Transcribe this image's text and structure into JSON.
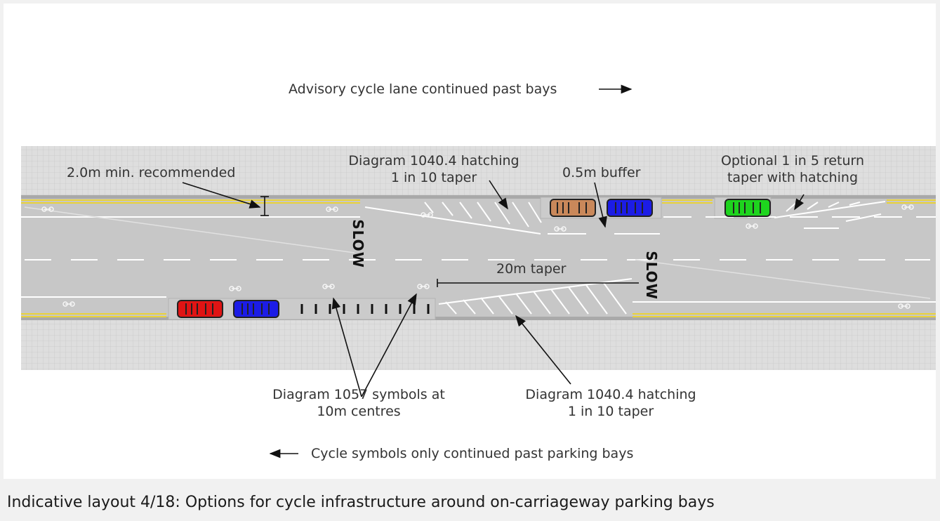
{
  "labels": {
    "top_note": "Advisory cycle lane continued past bays",
    "width_note": "2.0m min. recommended",
    "hatching_top_line1": "Diagram 1040.4 hatching",
    "hatching_top_line2": "1 in 10 taper",
    "buffer_note": "0.5m buffer",
    "return_taper_line1": "Optional 1 in 5 return",
    "return_taper_line2": "taper with hatching",
    "taper_length": "20m taper",
    "symbols_line1": "Diagram 1057 symbols at",
    "symbols_line2": "10m centres",
    "hatching_bottom_line1": "Diagram 1040.4 hatching",
    "hatching_bottom_line2": "1 in 10 taper",
    "bottom_note": "Cycle symbols only continued past parking bays",
    "slow_marking_1": "SLOW",
    "slow_marking_2": "SLOW"
  },
  "caption": "Indicative layout 4/18: Options for cycle infrastructure around on-carriageway parking bays",
  "colors": {
    "pavement": "#dcdcdc",
    "carriageway": "#c7c7c7",
    "yellow_line": "#e9d23a",
    "car_tan": "#c9885a",
    "car_blue": "#1c1ce6",
    "car_green": "#1ed41e",
    "car_red": "#e01414"
  },
  "vehicles": [
    {
      "name": "car-tan",
      "color": "car_tan"
    },
    {
      "name": "car-blue-top",
      "color": "car_blue"
    },
    {
      "name": "car-green",
      "color": "car_green"
    },
    {
      "name": "car-red",
      "color": "car_red"
    },
    {
      "name": "car-blue-bottom",
      "color": "car_blue"
    }
  ]
}
